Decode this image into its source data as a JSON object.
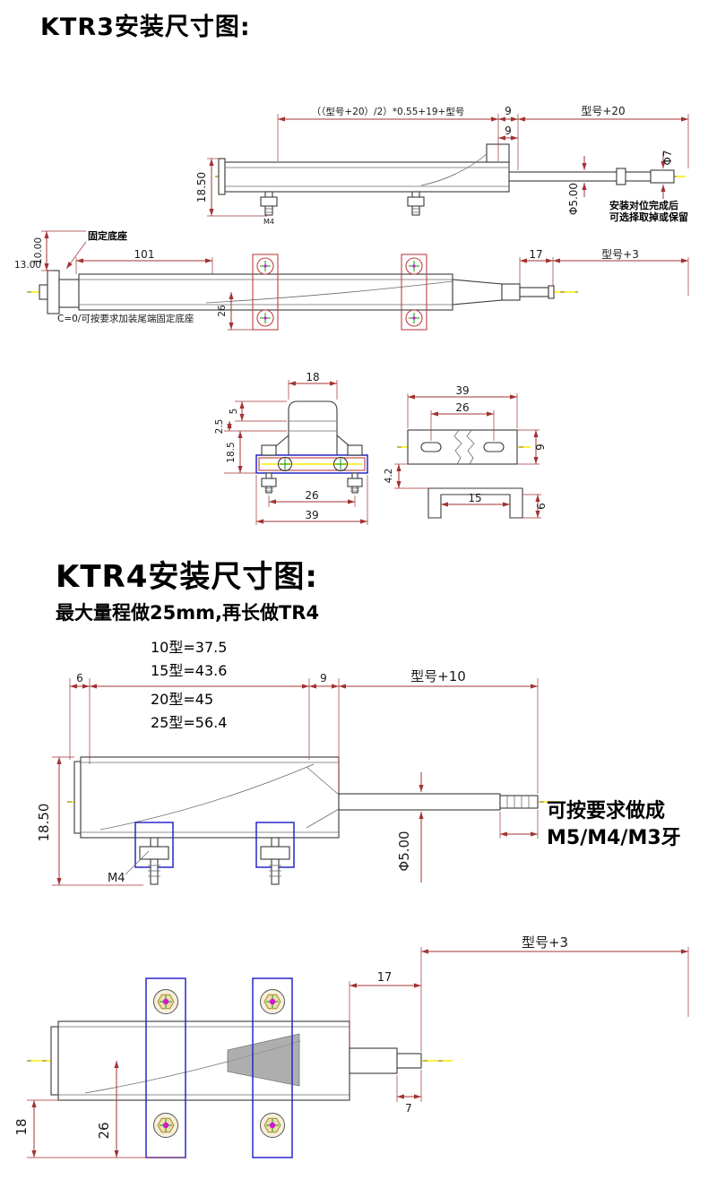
{
  "titles": {
    "ktr3": "KTR3安装尺寸图:",
    "ktr4": "KTR4安装尺寸图:",
    "ktr4_sub": "最大量程做25mm,再长做TR4"
  },
  "colors": {
    "dimension": "#a33333",
    "clamp_blue": "#2626c9",
    "centerline_yellow": "#ffec00",
    "bolt_center_magenta": "#d016d0",
    "cross_green": "#1e9e1e"
  },
  "ktr3": {
    "top": {
      "formula": "（（型号+20）/2）*0.55+19+型号",
      "dim9a": "9",
      "dim9b": "9",
      "model20": "型号+20",
      "phi7": "Φ7",
      "phi5": "Φ5.00",
      "h1850": "18.50",
      "m4": "M4",
      "note1": "安装对位完成后",
      "note2": "可选择取掉或保留"
    },
    "base": {
      "v1000": "10.00",
      "base_label": "固定底座",
      "v1300": "13.00",
      "d101": "101",
      "d17": "17",
      "model3": "型号+3",
      "note": "C=0/可按要求加装尾端固定底座",
      "d26": "26"
    },
    "section": {
      "d18": "18",
      "d5": "5",
      "d25": "2.5",
      "d185": "18.5",
      "d26": "26",
      "d39": "39"
    },
    "bracket": {
      "d39": "39",
      "d26": "26",
      "d9": "9",
      "d42": "4.2",
      "d15": "15",
      "d6": "6"
    }
  },
  "ktr4": {
    "table": [
      "10型=37.5",
      "15型=43.6",
      "20型=45",
      "25型=56.4"
    ],
    "side": {
      "d6": "6",
      "d9": "9",
      "model10": "型号+10",
      "h1850": "18.50",
      "m4": "M4",
      "phi5": "Φ5.00",
      "note1": "可按要求做成",
      "note2": "M5/M4/M3牙"
    },
    "top": {
      "model3": "型号+3",
      "d17": "17",
      "d7": "7",
      "d18": "18",
      "d26": "26"
    }
  }
}
